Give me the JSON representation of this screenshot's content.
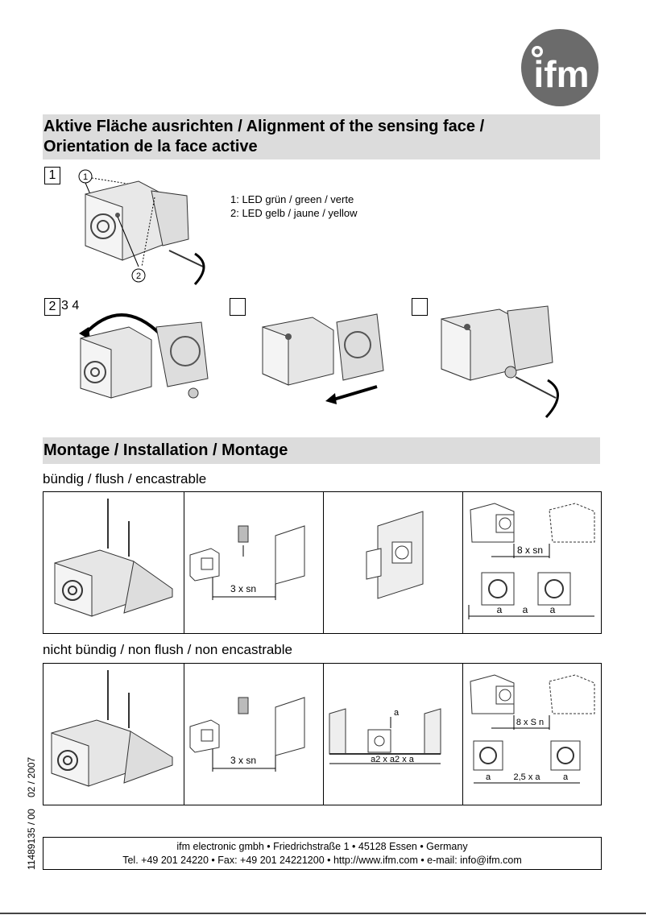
{
  "logo": {
    "text": "ifm"
  },
  "section1": {
    "title_line1": "Aktive Fläche ausrichten / Alignment of the sensing face /",
    "title_line2": "Orientation de la face active"
  },
  "steps": {
    "step1": "1",
    "step2": "2",
    "step3": "3",
    "step4": "4",
    "callout1": "1",
    "callout2": "2"
  },
  "legend": {
    "line1": "1:  LED grün / green / verte",
    "line2": "2:  LED gelb / jaune / yellow"
  },
  "section2": {
    "title": "Montage / Installation / Montage"
  },
  "flush": {
    "subtitle": "bündig / flush / encastrable",
    "dim_3xsn": "3 x sn",
    "dim_8xsn": "8 x sn",
    "dim_a1": "a",
    "dim_a2": "a",
    "dim_a3": "a"
  },
  "nonflush": {
    "subtitle": "nicht bündig / non flush / non encastrable",
    "dim_3xsn": "3 x sn",
    "dim_a_top": "a",
    "dim_a2xa2xa": "a2 x a2 x a",
    "dim_8xsn": "8 x S n",
    "dim_a1": "a",
    "dim_25xa": "2,5 x a",
    "dim_a2": "a"
  },
  "side_codes": {
    "doc_number": "11489135 / 00",
    "date": "02 / 2007"
  },
  "footer": {
    "line1": "ifm electronic gmbh • Friedrichstraße 1 • 45128 Essen • Germany",
    "line2": "Tel. +49 201 24220  •  Fax: +49 201 24221200  •  http://www.ifm.com  •  e-mail: info@ifm.com"
  }
}
